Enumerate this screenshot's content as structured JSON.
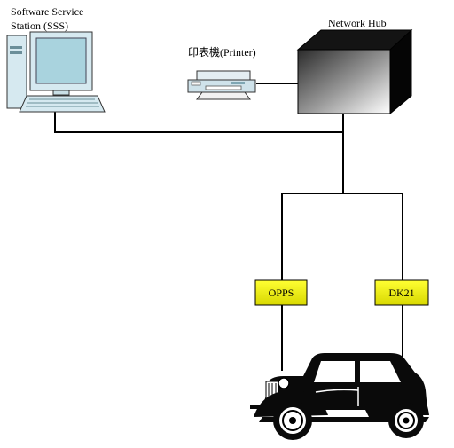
{
  "diagram": {
    "sss": {
      "label_line1": "Software Service",
      "label_line2": "Station (SSS)"
    },
    "printer": {
      "label": "印表機(Printer)"
    },
    "hub": {
      "label": "Network Hub"
    },
    "opps": {
      "label": "OPPS"
    },
    "dk21": {
      "label": "DK21"
    }
  },
  "colors": {
    "line": "#000000",
    "module_fill": "#ffff00",
    "hub_face": "#888888",
    "hub_top": "#1a1a1a",
    "monitor": "#cfe6ee",
    "screen": "#aed3de"
  }
}
